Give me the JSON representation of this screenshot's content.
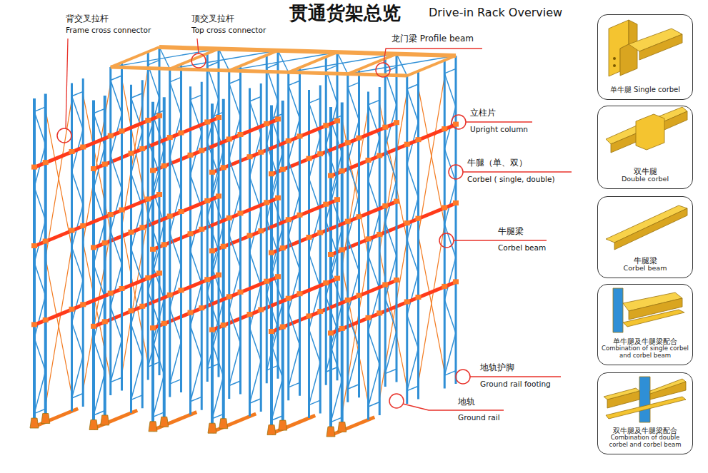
{
  "diagram": {
    "title": "贯通货架总览",
    "nodes": [
      {
        "text": [
          "单牛腿 Single corbel"
        ]
      },
      {
        "text": [
          "双牛腿",
          "Double corbel"
        ]
      },
      {
        "text": [
          "牛腿梁",
          "Corbel beam"
        ]
      },
      {
        "text": [
          "单牛腿及牛腿梁配合",
          "Combination of single corbel and corbel beam"
        ]
      },
      {
        "text": [
          "双牛腿及牛腿梁配合",
          "Combination of double corbel and corbel beam"
        ]
      }
    ],
    "labels": [
      "Drive-in Rack Overview",
      "背交叉拉杆",
      "Frame cross connector",
      "顶交叉拉杆",
      "Top cross connector",
      "龙门梁 Profile beam",
      "立柱片",
      "Upright column",
      "牛腿（单、双）",
      "Corbel ( single, double)",
      "牛腿梁",
      "Corbel beam",
      "地轨护脚",
      "Ground rail footing",
      "地轨",
      "Ground rail"
    ]
  }
}
